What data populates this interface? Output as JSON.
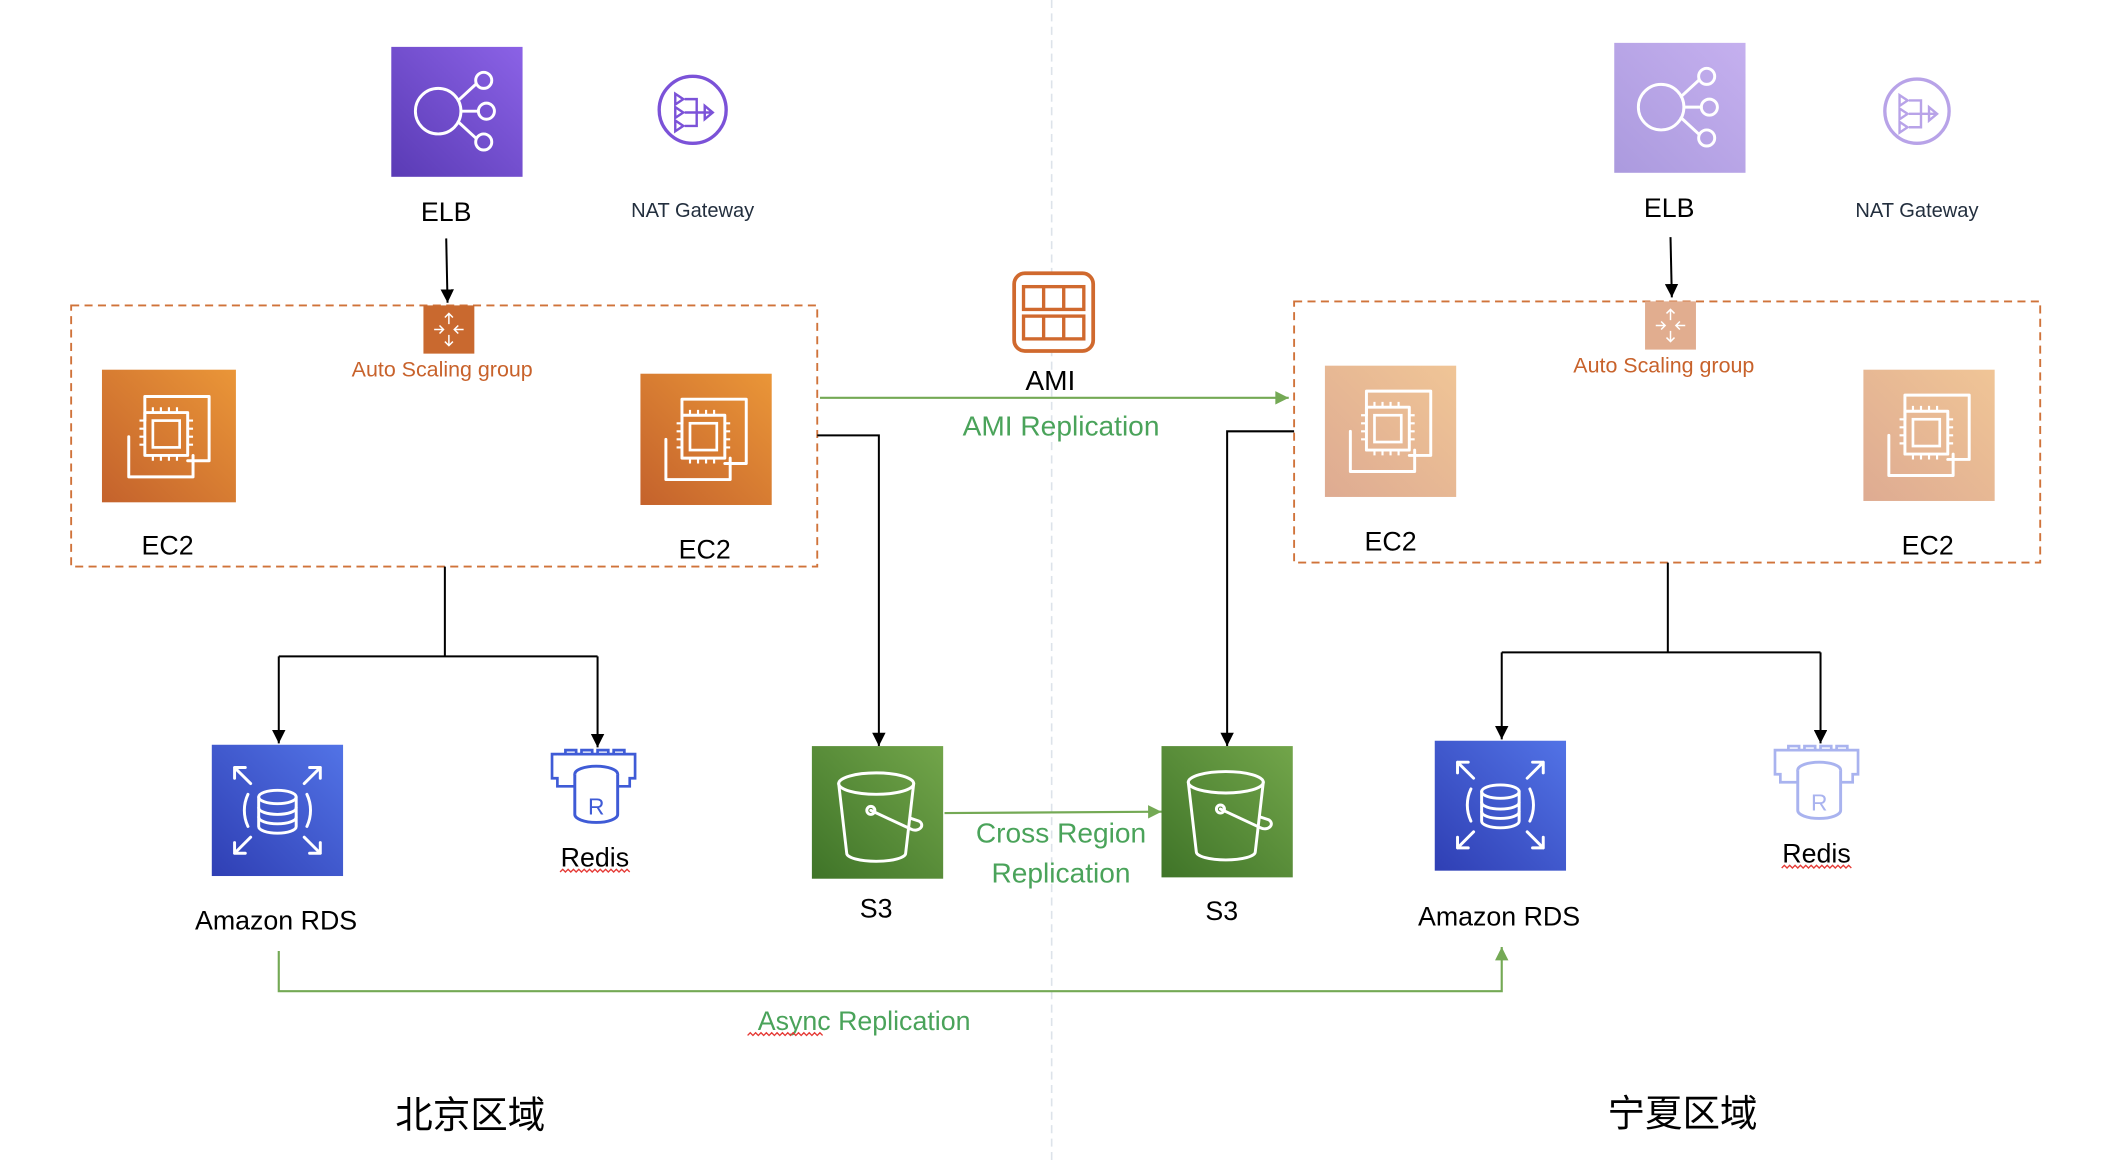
{
  "diagram": {
    "regions": [
      {
        "name": "北京区域"
      },
      {
        "name": "宁夏区域"
      }
    ],
    "left": {
      "elb_label": "ELB",
      "nat_label": "NAT Gateway",
      "asg_label": "Auto Scaling group",
      "ec2_a_label": "EC2",
      "ec2_b_label": "EC2",
      "rds_label": "Amazon RDS",
      "redis_label": "Redis",
      "s3_label": "S3"
    },
    "right": {
      "elb_label": "ELB",
      "nat_label": "NAT Gateway",
      "asg_label": "Auto Scaling group",
      "ec2_a_label": "EC2",
      "ec2_b_label": "EC2",
      "rds_label": "Amazon RDS",
      "redis_label": "Redis",
      "s3_label": "S3"
    },
    "center": {
      "ami_label": "AMI",
      "ami_replication_label": "AMI Replication",
      "crr_line1": "Cross Region",
      "crr_line2": "Replication",
      "async_label": "Async Replication"
    },
    "colors": {
      "elb": "#7b52d8",
      "elb_faded": "#b8a3e8",
      "ec2": "#d9772f",
      "ec2_faded": "#e6b58f",
      "rds": "#3f5bd6",
      "redis": "#3f5bd6",
      "redis_faded": "#a9b3ef",
      "s3": "#5b9140",
      "replication_green": "#4aa35a",
      "asg_orange": "#c8622b"
    }
  }
}
